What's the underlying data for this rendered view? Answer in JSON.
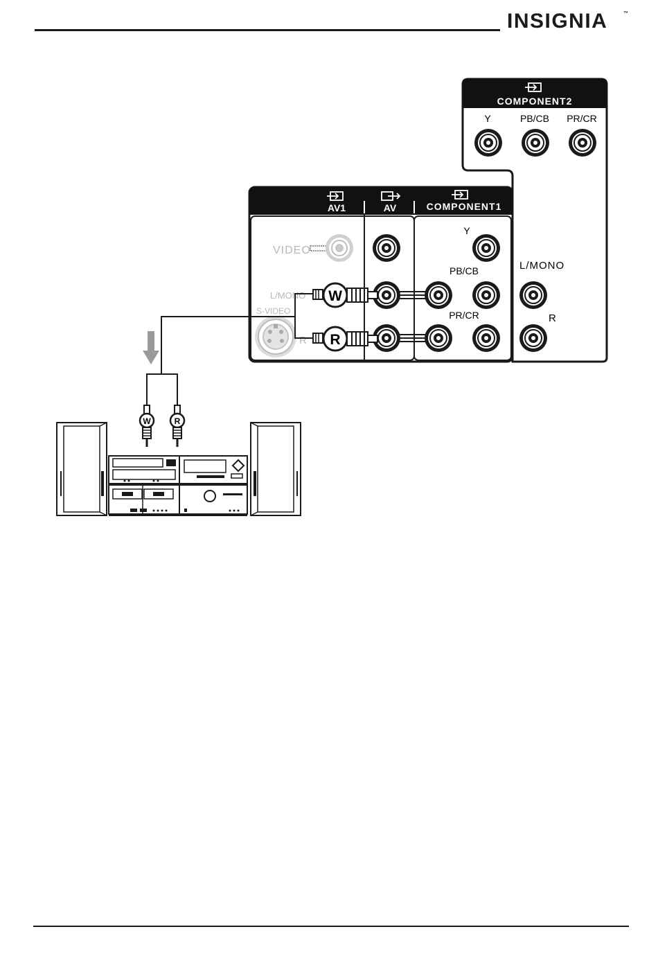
{
  "brand": {
    "logo_text": "INSIGNIA",
    "trademark": "™"
  },
  "panels": {
    "component2": {
      "title": "COMPONENT2",
      "jacks": [
        "Y",
        "PB/CB",
        "PR/CR"
      ]
    },
    "av1": {
      "title": "AV1",
      "video": "VIDEO",
      "l_mono": "L/MONO",
      "s_video": "S-VIDEO",
      "r": "R"
    },
    "av_out": {
      "title": "AV"
    },
    "component1": {
      "title": "COMPONENT1",
      "y": "Y",
      "pb": "PB/CB",
      "pr": "PR/CR"
    },
    "audio": {
      "l_mono": "L/MONO",
      "r": "R"
    }
  },
  "plugs": {
    "white": "W",
    "red": "R"
  },
  "colors": {
    "ink": "#1a1a1a",
    "panel_dark": "#111111",
    "arrow_gray": "#9a9a9a"
  }
}
